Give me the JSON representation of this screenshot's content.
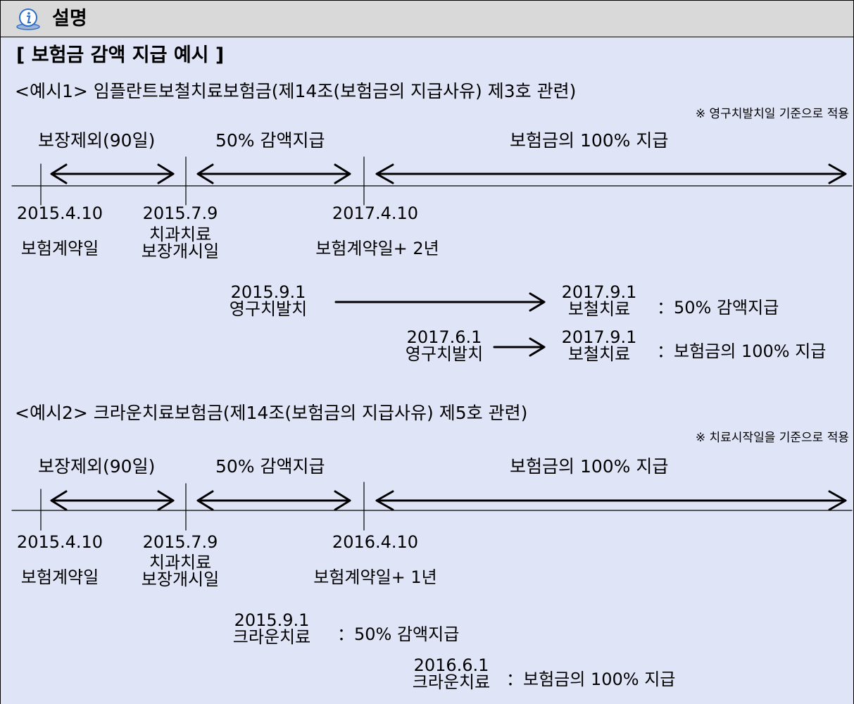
{
  "header": {
    "title": "설명",
    "icon": "info-icon"
  },
  "section_title": "[ 보험금 감액 지급 예시 ]",
  "example1": {
    "title": "<예시1> 임플란트보철치료보험금(제14조(보험금의 지급사유) 제3호 관련)",
    "note": "※ 영구치발치일 기준으로 적용",
    "periods": [
      "보장제외(90일)",
      "50% 감액지급",
      "보험금의 100% 지급"
    ],
    "dates": [
      "2015.4.10",
      "2015.7.9",
      "2017.4.10"
    ],
    "date_labels": [
      "보험계약일",
      "치과치료",
      "보장개시일",
      "보험계약일+ 2년"
    ],
    "cases": [
      {
        "from_date": "2015.9.1",
        "from_label": "영구치발치",
        "to_date": "2017.9.1",
        "to_label": "보철치료",
        "result": "：50% 감액지급"
      },
      {
        "from_date": "2017.6.1",
        "from_label": "영구치발치",
        "to_date": "2017.9.1",
        "to_label": "보철치료",
        "result": "：보험금의 100% 지급"
      }
    ]
  },
  "example2": {
    "title": "<예시2> 크라운치료보험금(제14조(보험금의 지급사유) 제5호 관련)",
    "note": "※ 치료시작일을 기준으로 적용",
    "periods": [
      "보장제외(90일)",
      "50% 감액지급",
      "보험금의 100% 지급"
    ],
    "dates": [
      "2015.4.10",
      "2015.7.9",
      "2016.4.10"
    ],
    "date_labels": [
      "보험계약일",
      "치과치료",
      "보장개시일",
      "보험계약일+ 1년"
    ],
    "cases": [
      {
        "from_date": "2015.9.1",
        "from_label": "크라운치료",
        "result": "：50% 감액지급"
      },
      {
        "from_date": "2016.6.1",
        "from_label": "크라운치료",
        "result": "：보험금의 100% 지급"
      }
    ]
  },
  "colors": {
    "panel_bg": "#dfe4f7",
    "header_bg": "#d9d9d9",
    "icon_blue": "#2f6fc8"
  }
}
